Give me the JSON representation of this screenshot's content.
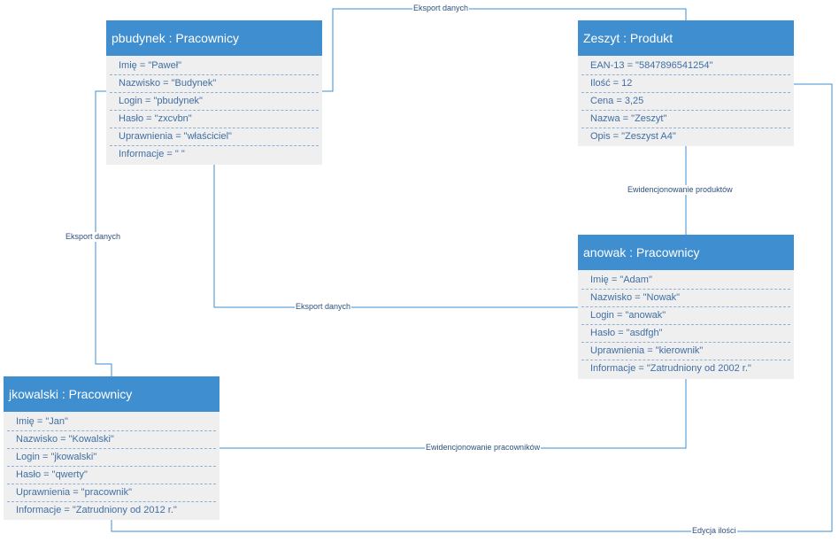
{
  "objects": [
    {
      "id": "pbudynek",
      "title": "pbudynek : Pracownicy",
      "attributes": [
        "Imię = \"Paweł\"",
        "Nazwisko = \"Budynek\"",
        "Login = \"pbudynek\"",
        "Hasło = \"zxcvbn\"",
        "Uprawnienia =  \"właściciel\"",
        "Informacje = \" \""
      ]
    },
    {
      "id": "zeszyt",
      "title": "Zeszyt : Produkt",
      "attributes": [
        "EAN-13 = \"5847896541254\"",
        "Ilość = 12",
        "Cena = 3,25",
        "Nazwa = \"Zeszyt\"",
        "Opis = \"Zeszyst A4\""
      ]
    },
    {
      "id": "anowak",
      "title": "anowak : Pracownicy",
      "attributes": [
        "Imię = \"Adam\"",
        "Nazwisko = \"Nowak\"",
        "Login = \"anowak\"",
        "Hasło = \"asdfgh\"",
        "Uprawnienia =  \"kierownik\"",
        "Informacje = \"Zatrudniony od 2002 r.\""
      ]
    },
    {
      "id": "jkowalski",
      "title": "jkowalski : Pracownicy",
      "attributes": [
        "Imię = \"Jan\"",
        "Nazwisko = \"Kowalski\"",
        "Login = \"jkowalski\"",
        "Hasło = \"qwerty\"",
        "Uprawnienia =  \"pracownik\"",
        "Informacje = \"Zatrudniony od 2012 r.\""
      ]
    }
  ],
  "links": [
    {
      "id": "pbudynek-zeszyt",
      "label": "Eksport danych"
    },
    {
      "id": "zeszyt-anowak",
      "label": "Ewidencjonowanie produktów"
    },
    {
      "id": "pbudynek-jkowalski",
      "label": "Eksport danych"
    },
    {
      "id": "pbudynek-anowak",
      "label": "Eksport danych"
    },
    {
      "id": "jkowalski-anowak",
      "label": "Ewidencjonowanie pracowników"
    },
    {
      "id": "jkowalski-zeszyt",
      "label": "Edycja ilości"
    }
  ],
  "colors": {
    "header": "#3e8ed0",
    "body": "#efefef",
    "attribute_text": "#3f6fa6",
    "connector": "#3e8ed0"
  }
}
